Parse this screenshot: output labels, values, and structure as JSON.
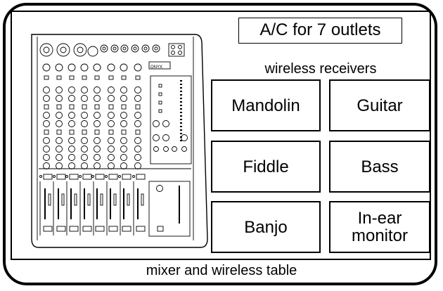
{
  "diagram": {
    "power_label": "A/C for 7 outlets",
    "receivers_heading": "wireless receivers",
    "receivers": [
      {
        "label": "Mandolin"
      },
      {
        "label": "Guitar"
      },
      {
        "label": "Fiddle"
      },
      {
        "label": "Bass"
      },
      {
        "label": "Banjo"
      },
      {
        "label": "In-ear monitor"
      }
    ],
    "mixer_brand_text": "ONYX",
    "table_caption": "mixer and wireless table"
  }
}
